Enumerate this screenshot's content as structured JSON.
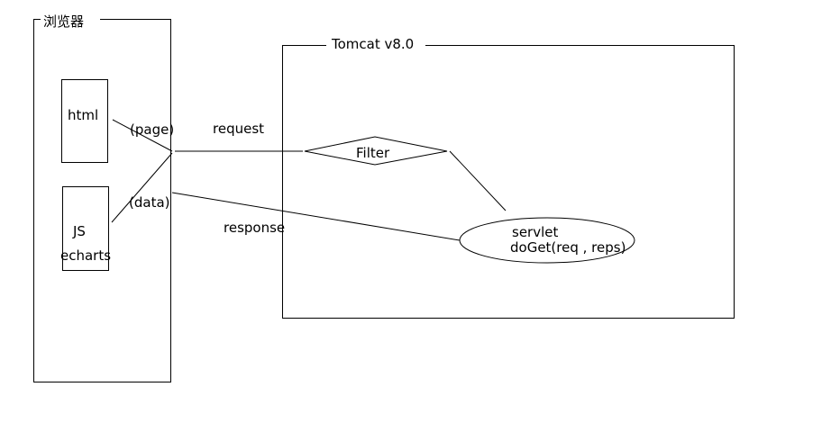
{
  "browser": {
    "title": "浏览器",
    "html_label": "html",
    "js_label": "JS",
    "echarts_label": "echarts",
    "page_label": "(page)",
    "data_label": "(data)"
  },
  "flow": {
    "request_label": "request",
    "response_label": "response"
  },
  "tomcat": {
    "title": "Tomcat v8.0",
    "filter_label": "Filter",
    "servlet_label": "servlet",
    "doget_label": "doGet(req , reps)"
  },
  "colors": {
    "stroke": "#000000",
    "background": "#ffffff"
  }
}
